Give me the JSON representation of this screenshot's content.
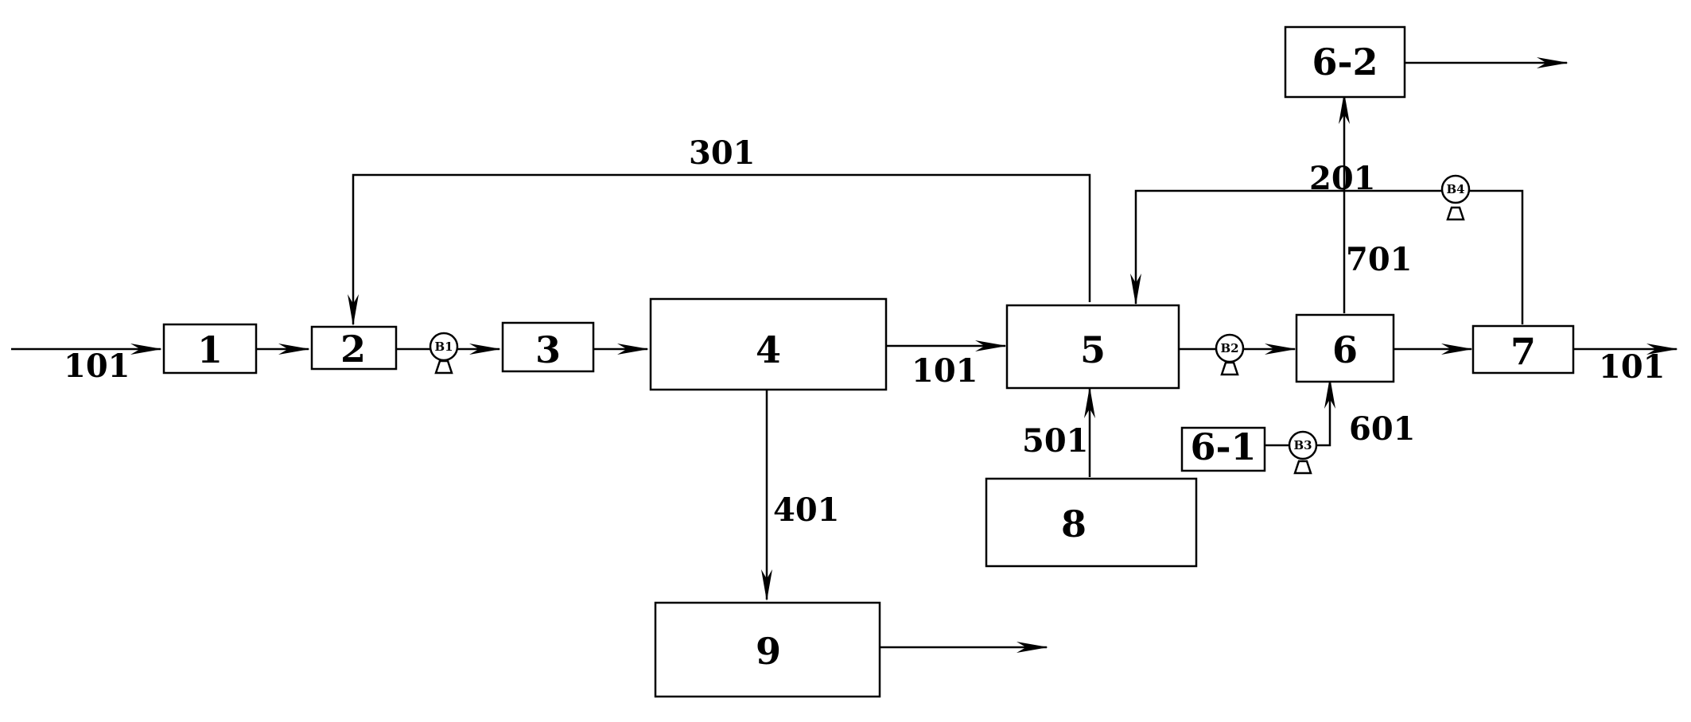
{
  "units": {
    "u1": "1",
    "u2": "2",
    "u3": "3",
    "u4": "4",
    "u5": "5",
    "u6": "6",
    "u6_1": "6-1",
    "u6_2": "6-2",
    "u7": "7",
    "u8": "8",
    "u9": "9"
  },
  "pumps": {
    "b1": "B1",
    "b2": "B2",
    "b3": "B3",
    "b4": "B4"
  },
  "streams": {
    "s101_inlet": "101",
    "s101_mid": "101",
    "s101_outlet": "101",
    "s201": "201",
    "s301": "301",
    "s401": "401",
    "s501": "501",
    "s601": "601",
    "s701": "701"
  }
}
